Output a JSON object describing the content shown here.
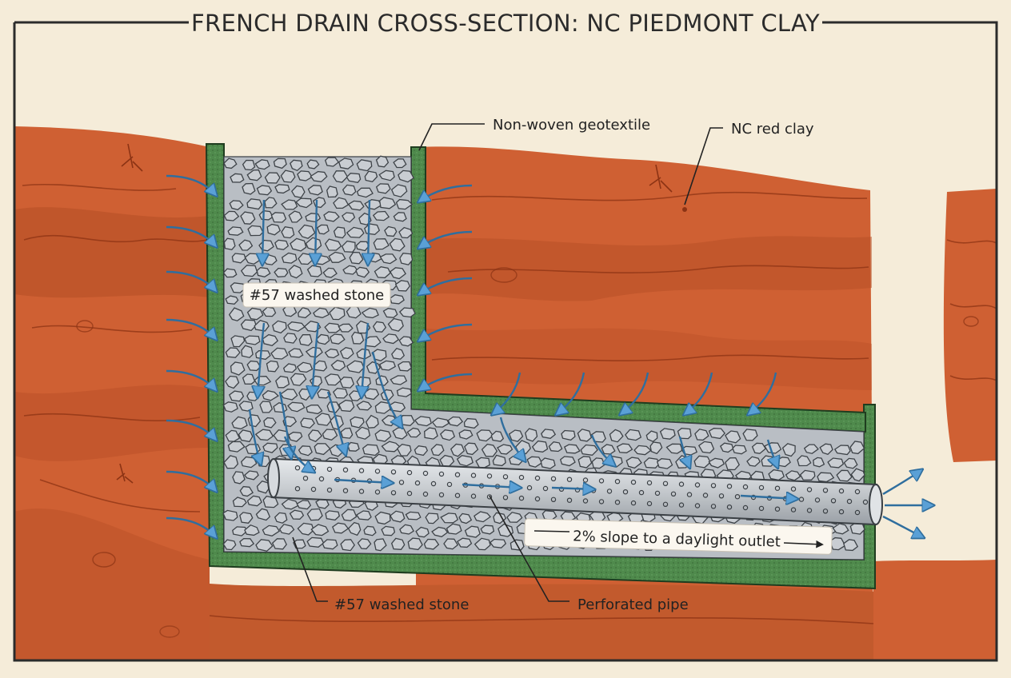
{
  "title": "FRENCH DRAIN CROSS-SECTION: NC PIEDMONT CLAY",
  "labels": {
    "geotextile": "Non-woven geotextile",
    "clay": "NC red clay",
    "stone_upper": "#57 washed stone",
    "stone_lower": "#57 washed stone",
    "pipe": "Perforated pipe",
    "slope": "2% slope to a daylight outlet"
  },
  "colors": {
    "background": "#f5ecd9",
    "clay": "#cf6033",
    "clay_dark": "#b54e25",
    "geotextile": "#4f8a4c",
    "stone": "#c9cdd2",
    "pipe": "#c4c8cc",
    "water_arrow": "#5aa0d6",
    "frame": "#2b2b2b"
  },
  "icons": [
    "water-flow-arrow",
    "root-icon",
    "slope-arrow"
  ]
}
